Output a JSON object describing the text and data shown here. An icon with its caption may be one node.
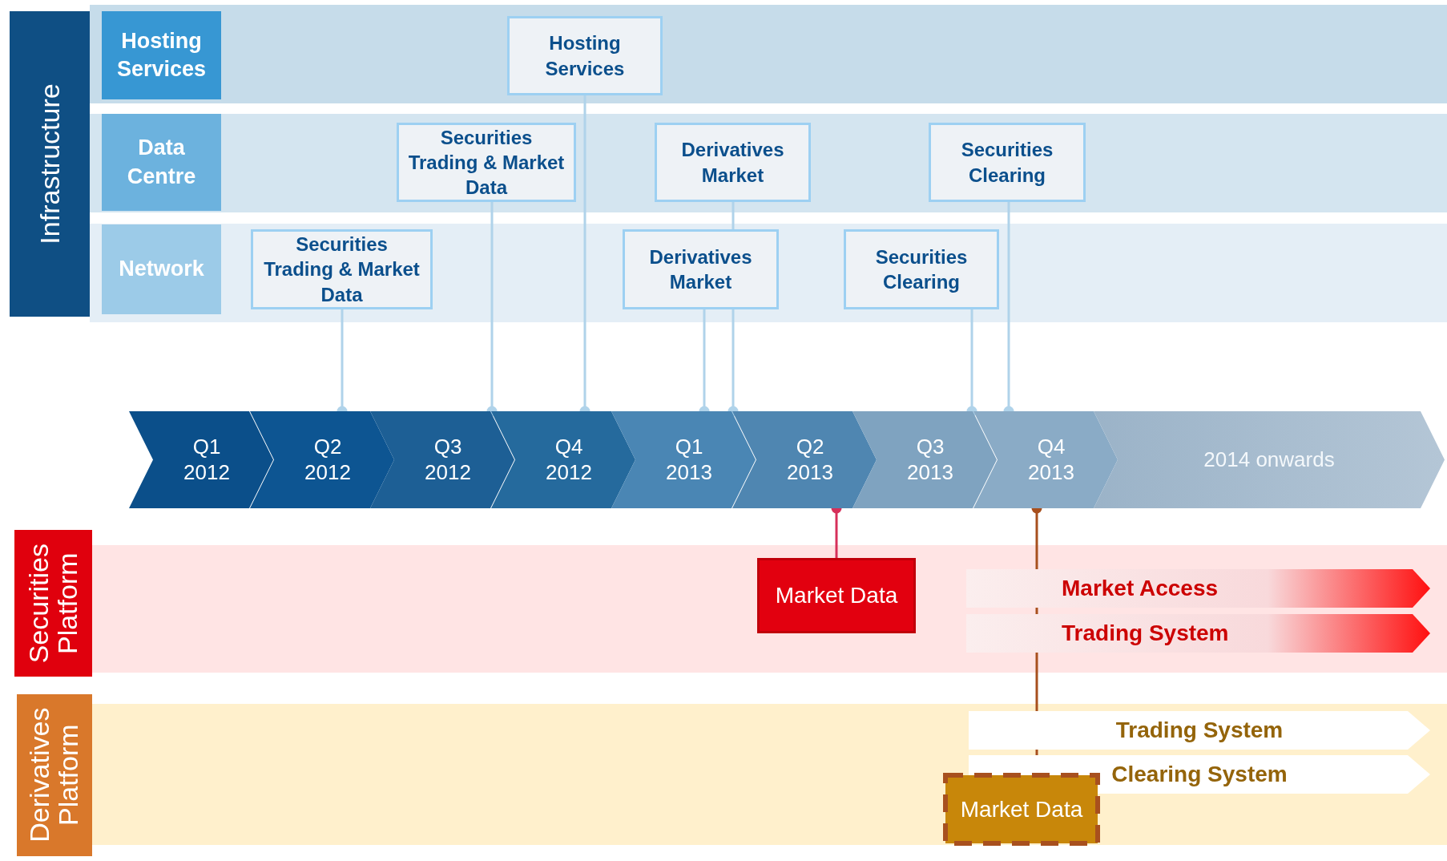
{
  "diagram": {
    "nodes": [
      {
        "text": [
          "Infrastructure"
        ]
      },
      {
        "text": [
          "Hosting Services"
        ]
      },
      {
        "text": [
          "Hosting Services"
        ]
      },
      {
        "text": [
          "Data Centre"
        ]
      },
      {
        "text": [
          "Securities Trading & Market Data"
        ]
      },
      {
        "text": [
          "Derivatives Market"
        ]
      },
      {
        "text": [
          "Securities Clearing"
        ]
      },
      {
        "text": [
          "Network"
        ]
      },
      {
        "text": [
          "Securities Trading & Market Data"
        ]
      },
      {
        "text": [
          "Derivatives Market"
        ]
      },
      {
        "text": [
          "Securities Clearing"
        ]
      },
      {
        "text": [
          "Q1 2012"
        ]
      },
      {
        "text": [
          "Q2 2012"
        ]
      },
      {
        "text": [
          "Q3 2012"
        ]
      },
      {
        "text": [
          "Q4 2012"
        ]
      },
      {
        "text": [
          "Q1 2013"
        ]
      },
      {
        "text": [
          "Q2 2013"
        ]
      },
      {
        "text": [
          "Q3 2013"
        ]
      },
      {
        "text": [
          "Q4 2013"
        ]
      },
      {
        "text": [
          "2014 onwards"
        ]
      },
      {
        "text": [
          "Securities Platform"
        ]
      },
      {
        "text": [
          "Market Data"
        ]
      },
      {
        "text": [
          "Market Access"
        ]
      },
      {
        "text": [
          "Trading System"
        ]
      },
      {
        "text": [
          "Derivatives Platform"
        ]
      },
      {
        "text": [
          "Trading System"
        ]
      },
      {
        "text": [
          "Clearing System"
        ]
      },
      {
        "text": [
          "Market Data"
        ]
      }
    ],
    "edges": [
      {
        "from": 8,
        "to": 12,
        "arrow": "other"
      },
      {
        "from": 4,
        "to": 13,
        "arrow": "other"
      },
      {
        "from": 2,
        "to": 14,
        "arrow": "other"
      },
      {
        "from": 9,
        "to": 15,
        "arrow": "other"
      },
      {
        "from": 5,
        "to": 16,
        "arrow": "other"
      },
      {
        "from": 10,
        "to": 17,
        "arrow": "other"
      },
      {
        "from": 6,
        "to": 18,
        "arrow": "other"
      },
      {
        "from": 21,
        "to": 16,
        "arrow": "other",
        "color": "#d6305a"
      },
      {
        "from": 27,
        "to": 18,
        "arrow": "other",
        "color": "#a8501e"
      }
    ]
  }
}
